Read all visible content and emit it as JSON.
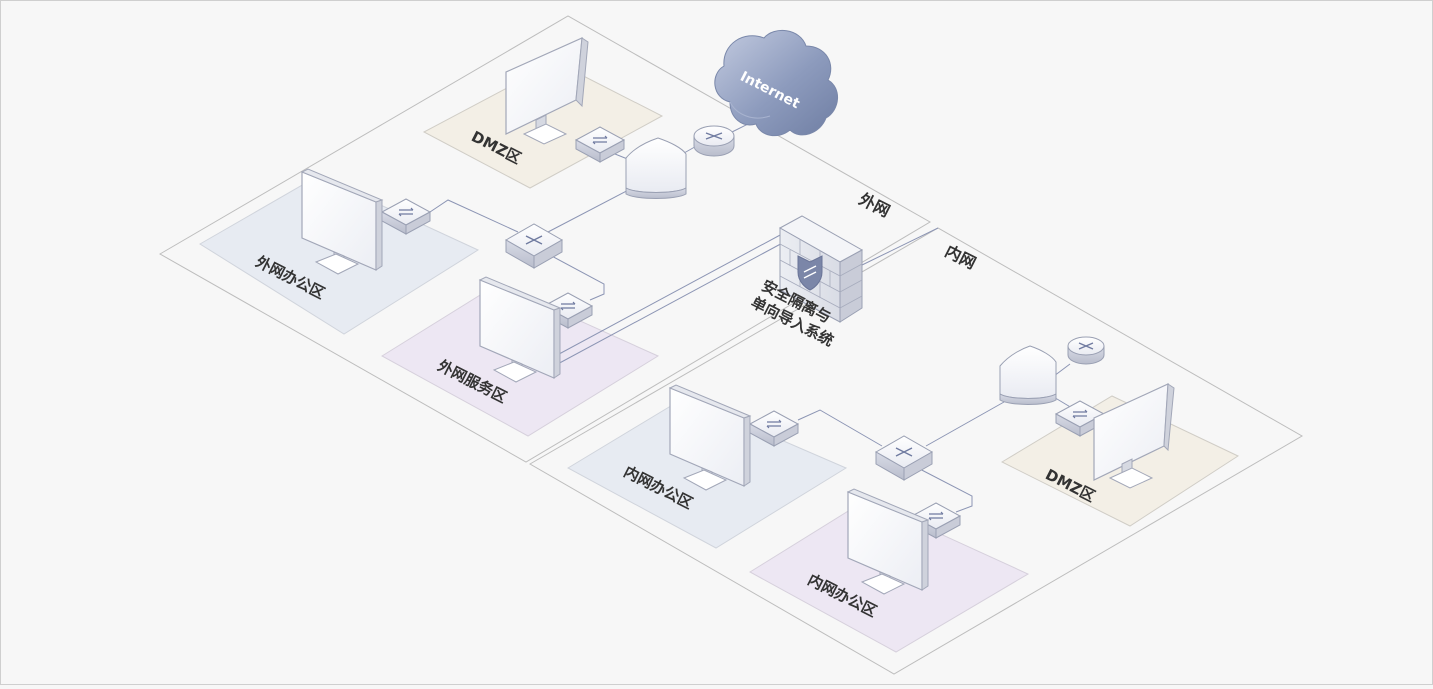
{
  "diagram": {
    "zones": {
      "outer": "外网",
      "inner": "内网"
    },
    "cloud_label": "Internet",
    "gateway_label": {
      "line1": "安全隔离与",
      "line2": "单向导入系统"
    },
    "areas": {
      "outer_dmz": "DMZ区",
      "outer_office": "外网办公区",
      "outer_service": "外网服务区",
      "inner_office_1": "内网办公区",
      "inner_office_2": "内网办公区",
      "inner_dmz": "DMZ区"
    },
    "colors": {
      "background": "#f7f7f7",
      "zone_border": "#bdbdbd",
      "dmz_fill": "#f3efe6",
      "office_fill": "#e7ebf2",
      "service_fill": "#ede7f3",
      "link": "#8c95b4",
      "cloud": "#8e9dbd",
      "device": "#f2f3f7"
    },
    "icons": [
      "cloud-icon",
      "router-icon",
      "firewall-icon",
      "switch-icon",
      "monitor-icon",
      "isolation-gateway-icon"
    ]
  }
}
